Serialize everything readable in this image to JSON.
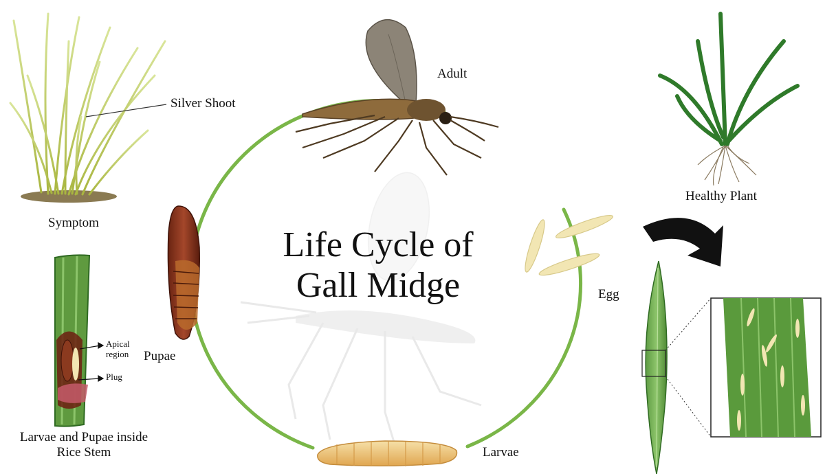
{
  "diagram": {
    "title_line1": "Life Cycle of",
    "title_line2": "Gall Midge",
    "stages": {
      "adult": "Adult",
      "egg": "Egg",
      "larvae": "Larvae",
      "pupae": "Pupae"
    },
    "symptom_panel": {
      "pointer_label": "Silver Shoot",
      "caption": "Symptom"
    },
    "healthy_panel": {
      "caption": "Healthy Plant"
    },
    "stem_panel": {
      "callout_1_line1": "Apical",
      "callout_1_line2": "region",
      "callout_2": "Plug",
      "caption_line1": "Larvae and Pupae inside",
      "caption_line2": "Rice Stem"
    },
    "colors": {
      "cycle_ring": "#7ab648",
      "leaf_green": "#3f8a2a",
      "egg": "#f2e6b3",
      "pupa": "#8b3a1f",
      "larva": "#f1cf8a"
    }
  }
}
